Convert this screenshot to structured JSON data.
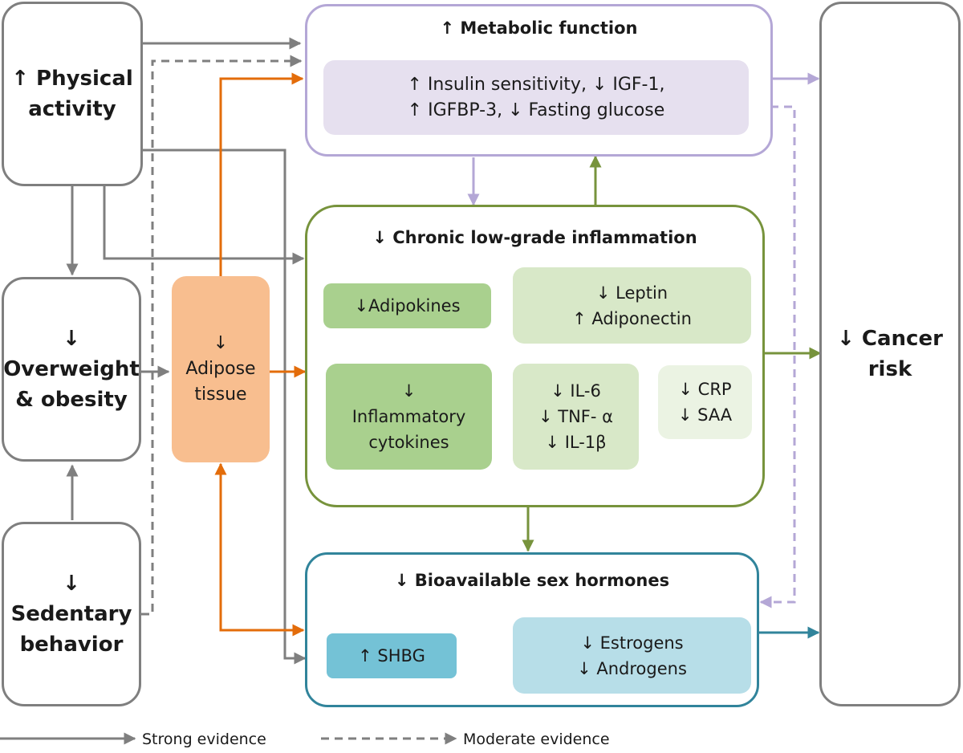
{
  "boxes": {
    "physical_activity": [
      "↑ Physical",
      "activity"
    ],
    "overweight": [
      "↓",
      "Overweight",
      "& obesity"
    ],
    "sedentary": [
      "↓",
      "Sedentary",
      "behavior"
    ],
    "adipose": [
      "↓",
      "Adipose",
      "tissue"
    ],
    "cancer": [
      "↓ Cancer",
      "risk"
    ]
  },
  "metabolic": {
    "title": "↑ Metabolic function",
    "detail": [
      "↑ Insulin sensitivity, ↓ IGF-1,",
      "↑ IGFBP-3, ↓ Fasting glucose"
    ]
  },
  "inflammation": {
    "title": "↓ Chronic low-grade inflammation",
    "adipokines": "↓Adipokines",
    "leptin": [
      "↓ Leptin",
      "↑ Adiponectin"
    ],
    "cytokines": [
      "↓",
      "Inflammatory",
      "cytokines"
    ],
    "interleukins": [
      "↓ IL-6",
      "↓ TNF- α",
      "↓ IL-1β"
    ],
    "crp": [
      "↓ CRP",
      "↓ SAA"
    ]
  },
  "hormones": {
    "title": "↓ Bioavailable sex hormones",
    "shbg": "↑  SHBG",
    "estrogens": [
      "↓ Estrogens",
      "↓ Androgens"
    ]
  },
  "legend": {
    "strong": "Strong evidence",
    "moderate": "Moderate evidence"
  },
  "colors": {
    "gray": "#7f7f7f",
    "orange": "#e36c0a",
    "purple": "#b4a7d6",
    "green": "#77933c",
    "teal": "#31849b",
    "adipose_fill": "#f8be8f",
    "metabolic_fill": "#e6e0ef",
    "dark_green_fill": "#a9d08e",
    "light_green_fill": "#d8e8c8",
    "pale_green_fill": "#ebf3e3",
    "shbg_fill": "#74c2d6",
    "hormone_fill": "#b7dee8"
  }
}
